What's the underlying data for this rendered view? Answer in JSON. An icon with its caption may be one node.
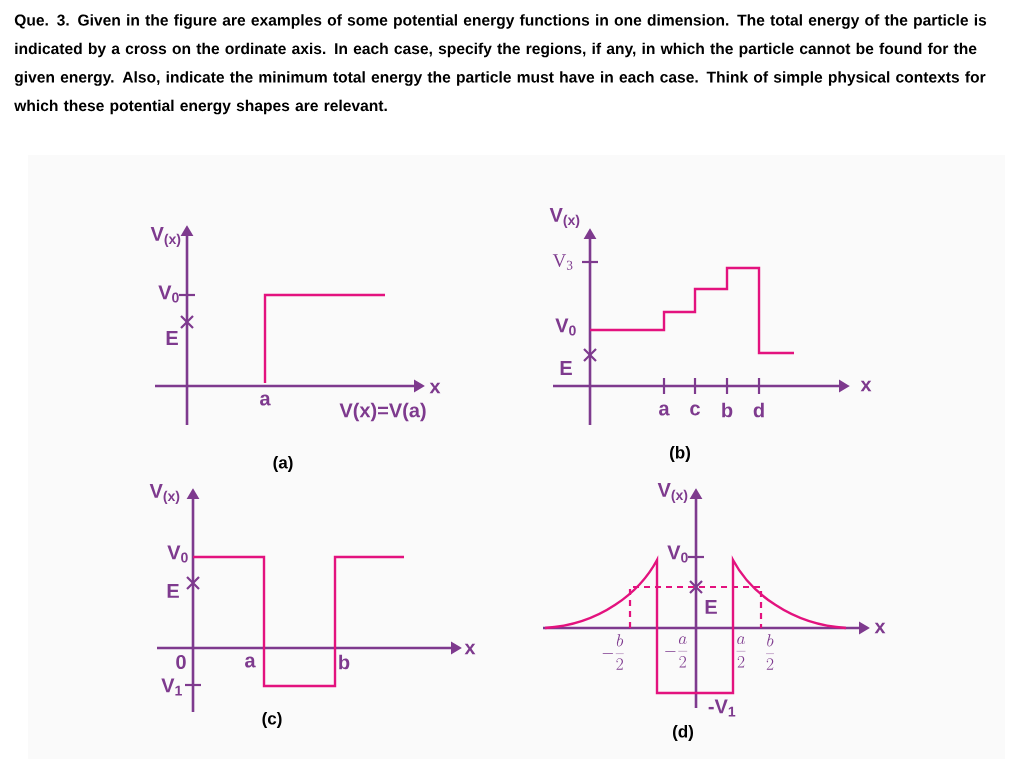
{
  "diagram": {
    "title": "Que. 3. Given in the figure are examples of some potential energy functions in one dimension. The total energy of the particle is indicated by a cross on the ordinate axis. In each case, specify the regions, if any, in which the particle cannot be found for the given energy. Also, indicate the minimum total energy the particle must have in each case. Think of simple physical contexts for which these potential energy shapes are relevant.",
    "labels": [
      "V$_{(x)}$",
      "V$_{0}$",
      "E",
      "a",
      "x",
      "V(x)=V(a)",
      "(a)",
      "V$_{(x)}$",
      "V$_{3}$",
      "V$_{0}$",
      "E",
      "a",
      "c",
      "b",
      "d",
      "x",
      "(b)",
      "V$_{(x)}$",
      "V$_{0}$",
      "E",
      "0",
      "a",
      "b",
      "V$_{1}$",
      "x",
      "(c)",
      "V$_{(x)}$",
      "V$_{0}$",
      "E",
      "-\\frac{b}{2}",
      "-\\frac{a}{2}",
      "\\frac{a}{2}",
      "\\frac{b}{2}",
      "-V$_{1}$",
      "x",
      "(d)"
    ]
  }
}
